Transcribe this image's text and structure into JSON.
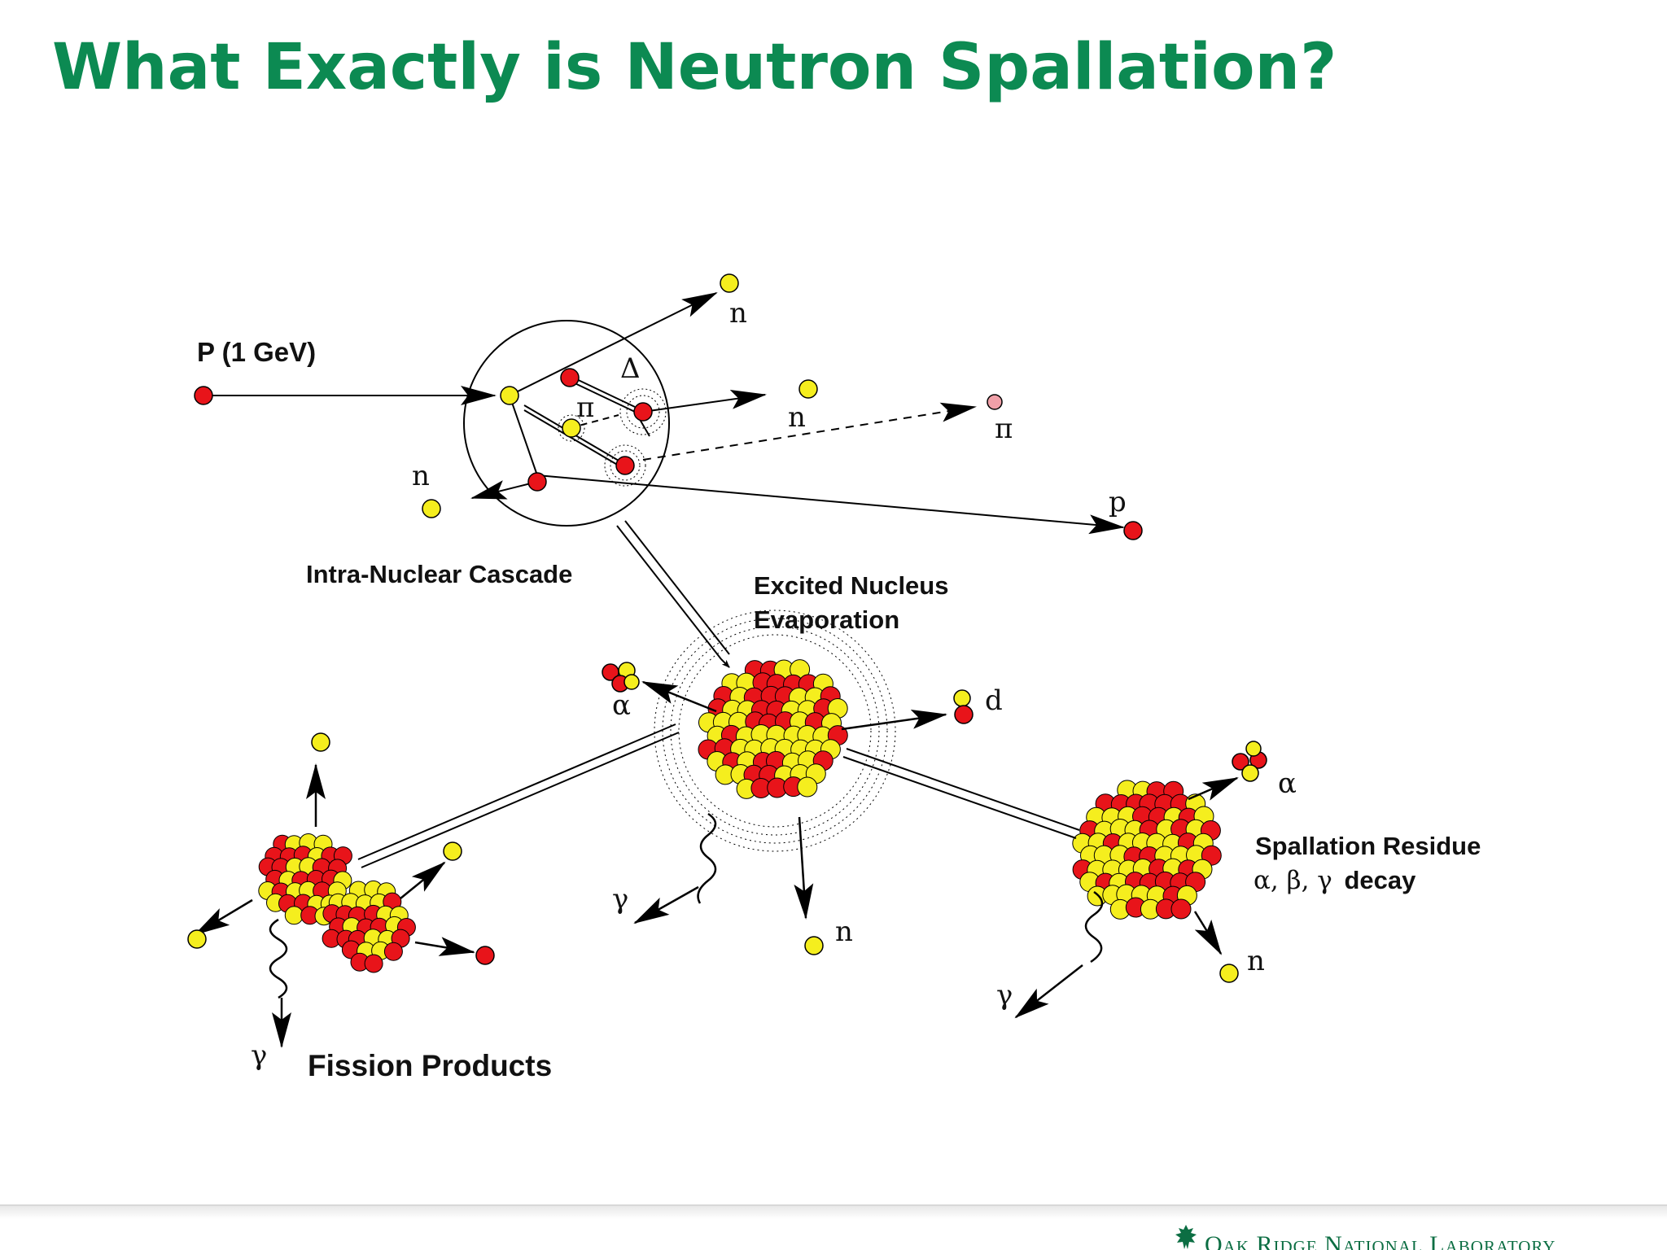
{
  "slide": {
    "title": "What Exactly is Neutron Spallation?"
  },
  "diagram": {
    "labels": {
      "incident_proton": "P (1 GeV)",
      "cascade": "Intra-Nuclear Cascade",
      "excited_nucleus_line1": "Excited Nucleus",
      "excited_nucleus_line2": "Evaporation",
      "residue_line1": "Spallation Residue",
      "residue_decay_symbols": "α, β, γ",
      "residue_decay_word": "decay",
      "fission": "Fission Products"
    },
    "symbols": {
      "neutron": "n",
      "proton": "p",
      "pion": "π",
      "delta": "Δ",
      "alpha": "α",
      "deuteron": "d",
      "gamma": "γ"
    },
    "colors": {
      "title": "#0c8a52",
      "proton_red": "#e8141a",
      "neutron_yellow": "#f5ee1e",
      "pion_pink": "#f0a0a8",
      "footer_green": "#0c6e43"
    }
  },
  "footer": {
    "org_name": "Oak Ridge National Laboratory",
    "logo_icon": "oak-leaf-icon"
  }
}
